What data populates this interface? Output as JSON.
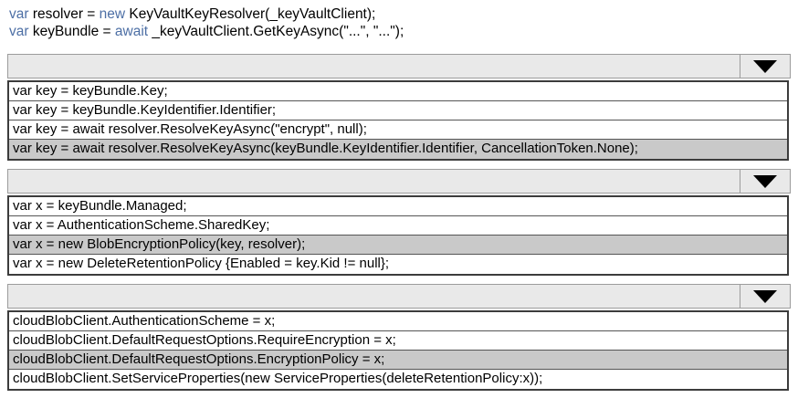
{
  "code": {
    "line1": {
      "kw1": "var",
      "t1": " resolver = ",
      "kw2": "new",
      "t2": " KeyVaultKeyResolver(_keyVaultClient);"
    },
    "line2": {
      "kw1": "var",
      "t1": " keyBundle = ",
      "kw2": "await",
      "t2": " _keyVaultClient.GetKeyAsync(\"...\", \"...\");"
    }
  },
  "dropdowns": [
    {
      "selected_index": 3,
      "options": [
        "var key = keyBundle.Key;",
        "var key = keyBundle.KeyIdentifier.Identifier;",
        "var key = await resolver.ResolveKeyAsync(\"encrypt\", null);",
        "var key = await resolver.ResolveKeyAsync(keyBundle.KeyIdentifier.Identifier, CancellationToken.None);"
      ]
    },
    {
      "selected_index": 2,
      "options": [
        "var x = keyBundle.Managed;",
        "var x = AuthenticationScheme.SharedKey;",
        "var x = new BlobEncryptionPolicy(key, resolver);",
        "var x = new DeleteRetentionPolicy {Enabled = key.Kid != null};"
      ]
    },
    {
      "selected_index": 2,
      "options": [
        "cloudBlobClient.AuthenticationScheme = x;",
        "cloudBlobClient.DefaultRequestOptions.RequireEncryption = x;",
        "cloudBlobClient.DefaultRequestOptions.EncryptionPolicy = x;",
        "cloudBlobClient.SetServiceProperties(new ServiceProperties(deleteRetentionPolicy:x));"
      ]
    }
  ],
  "icons": {
    "dropdown_arrow": "caret-down-icon"
  },
  "colors": {
    "keyword": "#4d6fa5",
    "code_text": "#000000",
    "header_bg": "#e9e9e9",
    "header_border": "#9c9c9c",
    "list_border": "#3c3c3c",
    "row_divider": "#555555",
    "highlight_bg": "#c9c9c9",
    "arrow": "#000000",
    "page_bg": "#ffffff"
  }
}
